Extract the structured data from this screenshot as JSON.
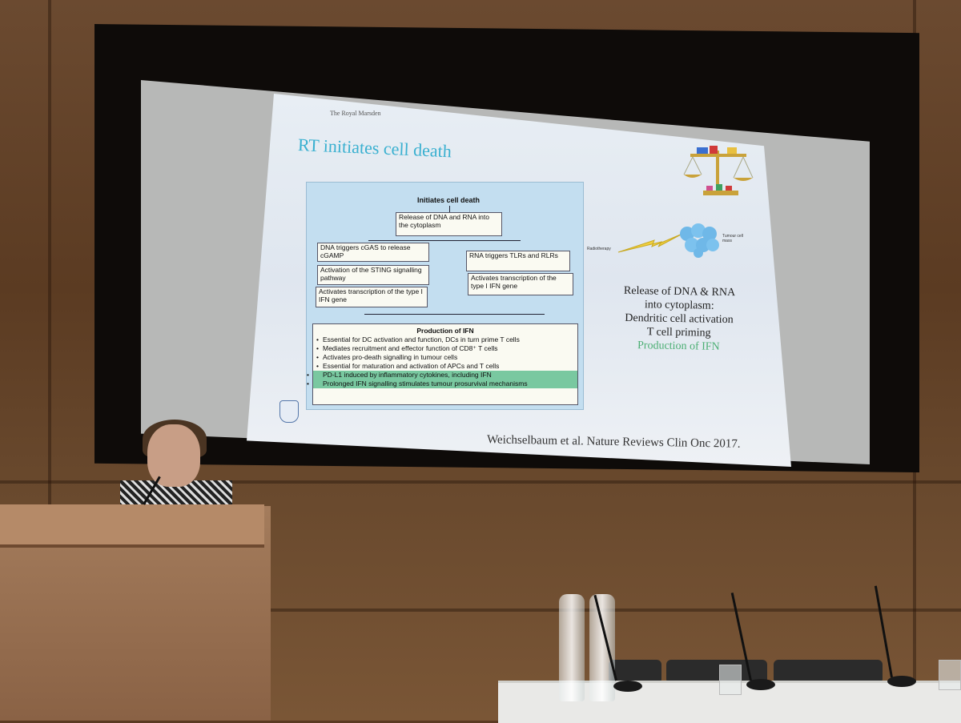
{
  "slide": {
    "brand": "The Royal Marsden",
    "title": "RT initiates cell death",
    "diagram": {
      "top": "Initiates cell death",
      "release": "Release of DNA and RNA into the cytoplasm",
      "left": [
        "DNA triggers cGAS to release cGAMP",
        "Activation of the STING signalling pathway",
        "Activates transcription of the type I IFN gene"
      ],
      "right": [
        "RNA triggers TLRs and RLRs",
        "Activates transcription of the type I IFN gene"
      ],
      "ifn_heading": "Production of IFN",
      "ifn_items": [
        "Essential for DC activation and function, DCs in turn prime T cells",
        "Mediates recruitment and effector function of CD8⁺ T cells",
        "Activates pro-death signalling in tumour cells",
        "Essential for maturation and activation of APCs and T cells"
      ],
      "ifn_green_items": [
        "PD-L1 induced by inflammatory cytokines, including IFN",
        "Prolonged IFN signalling stimulates tumour prosurvival mechanisms"
      ]
    },
    "graphic_labels": {
      "radiotherapy": "Radiotherapy",
      "tumour": "Tumour cell mass"
    },
    "side": {
      "line1": "Release of DNA & RNA",
      "line2": "into cytoplasm:",
      "line3": "Dendritic cell activation",
      "line4": "T cell priming",
      "line5": "Production of IFN"
    },
    "citation": "Weichselbaum et al. Nature Reviews Clin Onc 2017.",
    "colors": {
      "title": "#3ab0d0",
      "highlight": "#4caf74",
      "diagram_bg": "#c3def0"
    }
  }
}
